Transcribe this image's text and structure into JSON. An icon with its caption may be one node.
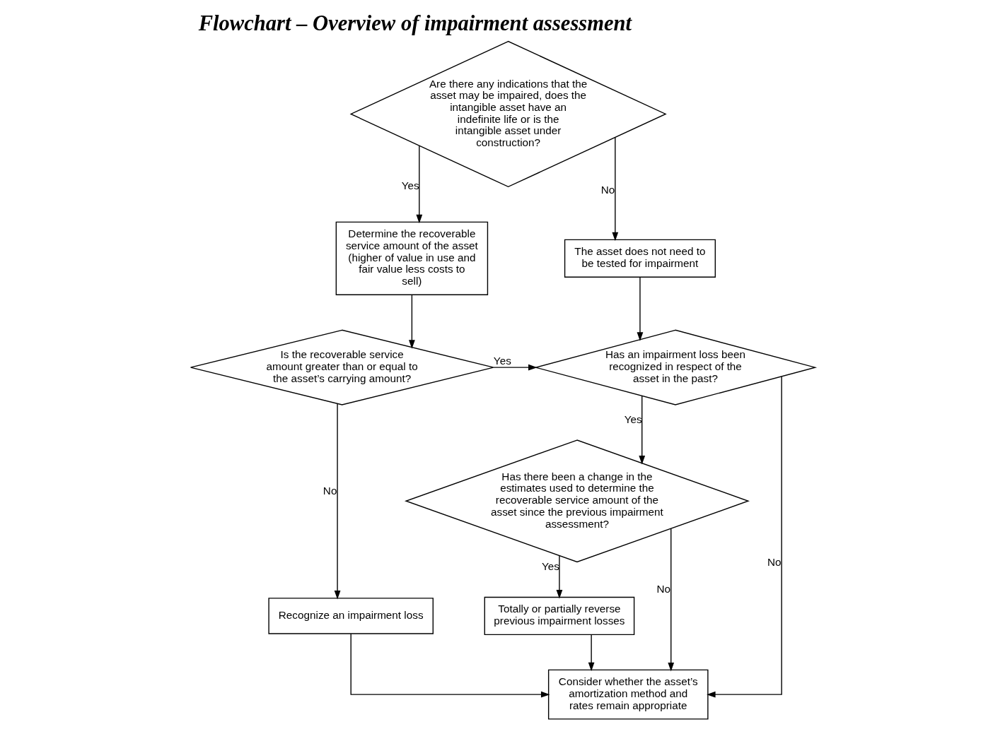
{
  "diagram": {
    "title": "Flowchart – Overview of impairment assessment",
    "nodes": [
      {
        "text": [
          "Are there any indications that the asset may be impaired, does the intangible asset have an indefinite life or is the intangible asset under construction?"
        ]
      },
      {
        "text": [
          "Determine the recoverable service amount of the asset (higher of value in use and fair value less costs to sell)"
        ]
      },
      {
        "text": [
          "The asset does not need to be tested for impairment"
        ]
      },
      {
        "text": [
          "Is the recoverable service amount greater than or equal to the asset’s carrying amount?"
        ]
      },
      {
        "text": [
          "Has an impairment loss been recognized in respect of the asset in the past?"
        ]
      },
      {
        "text": [
          "Recognize an impairment loss"
        ]
      },
      {
        "text": [
          "Has there been a change in the estimates used to determine the recoverable service amount of the asset since the previous impairment assessment?"
        ]
      },
      {
        "text": [
          "Totally or partially reverse previous impairment losses"
        ]
      },
      {
        "text": [
          "Consider whether the asset’s amortization method and rates remain appropriate"
        ]
      }
    ],
    "edges": [
      {
        "from": 0,
        "to": 1,
        "arrow": "to",
        "label": "Yes"
      },
      {
        "from": 0,
        "to": 2,
        "arrow": "to",
        "label": "No"
      },
      {
        "from": 1,
        "to": 3,
        "arrow": "to"
      },
      {
        "from": 2,
        "to": 4,
        "arrow": "to"
      },
      {
        "from": 3,
        "to": 4,
        "arrow": "to",
        "label": "Yes"
      },
      {
        "from": 3,
        "to": 5,
        "arrow": "to",
        "label": "No"
      },
      {
        "from": 4,
        "to": 8,
        "arrow": "to",
        "label": "No"
      },
      {
        "from": 4,
        "to": 6,
        "arrow": "to",
        "label": "Yes"
      },
      {
        "from": 6,
        "to": 8,
        "arrow": "to",
        "label": "No"
      },
      {
        "from": 6,
        "to": 7,
        "arrow": "to",
        "label": "Yes"
      },
      {
        "from": 7,
        "to": 8,
        "arrow": "to"
      },
      {
        "from": 5,
        "to": 8,
        "arrow": "to"
      }
    ]
  }
}
